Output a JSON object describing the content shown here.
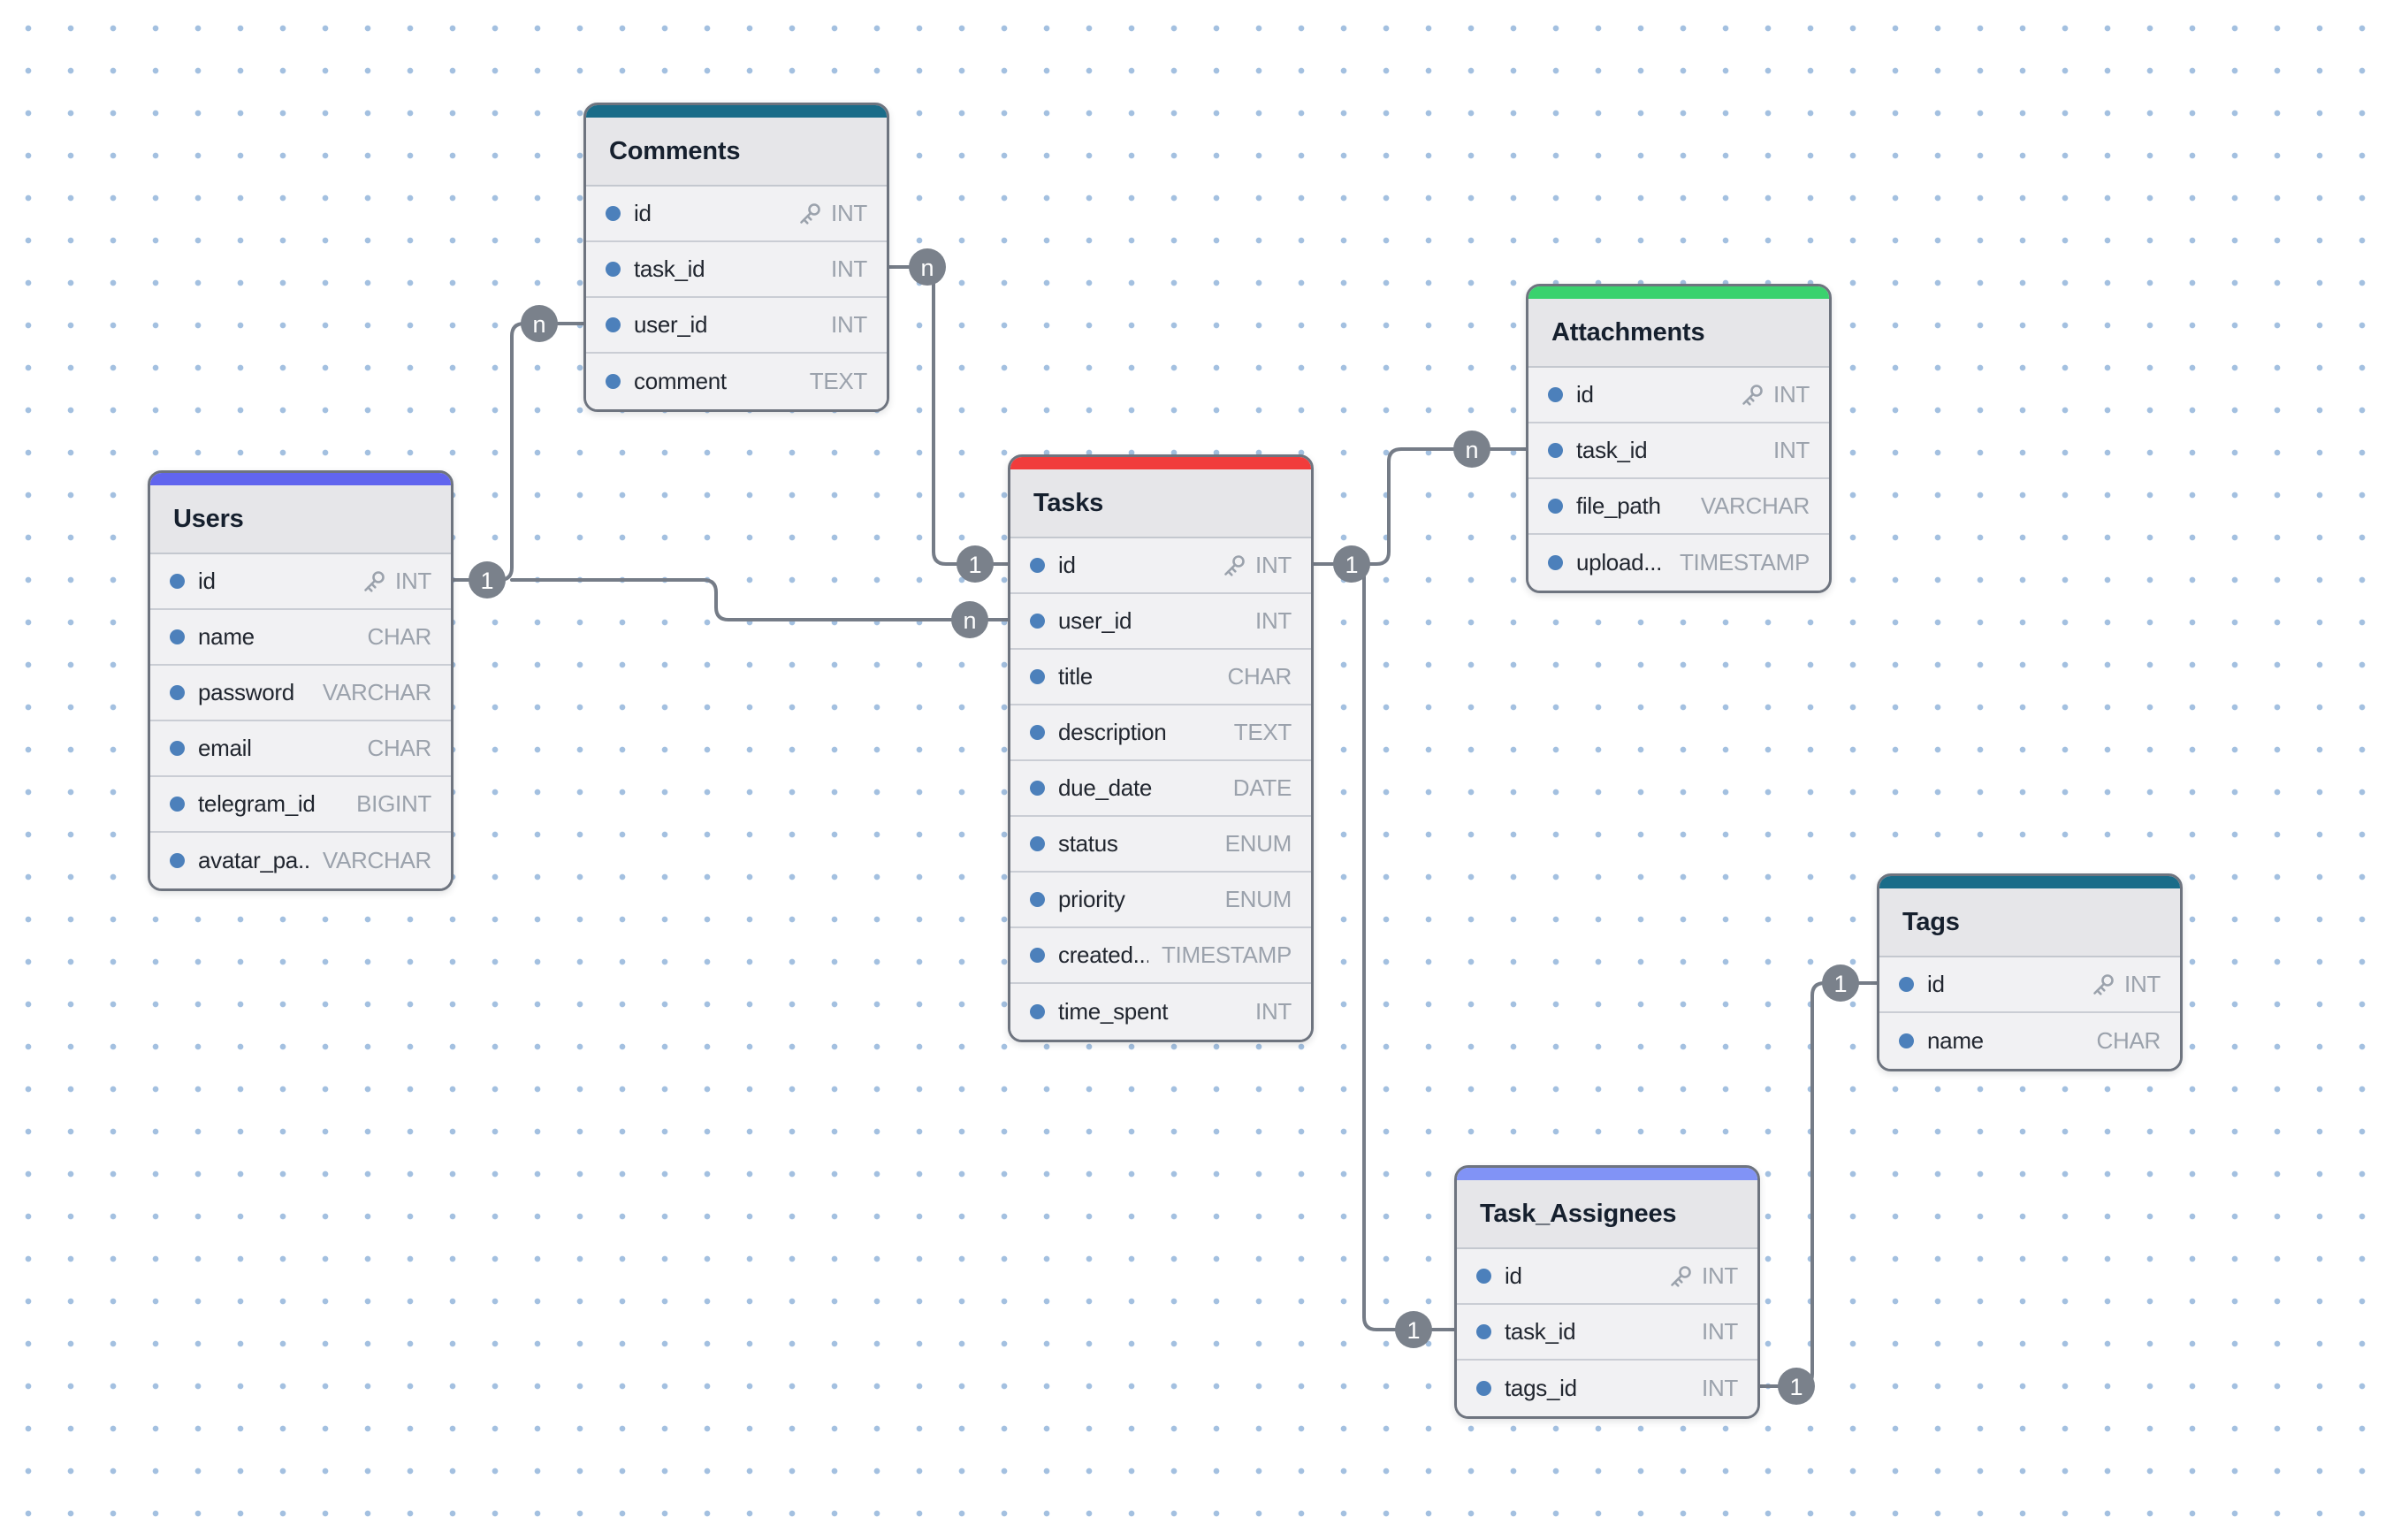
{
  "app": {
    "kind": "entity-relationship-diagram",
    "canvas": {
      "background_color": "#ffffff",
      "dot_color": "#a3c0e0",
      "line_color": "#757c87",
      "cardinality_badge_color": "#7a818b",
      "field_dot_color": "#4c80bb"
    }
  },
  "tables": [
    {
      "name": "Comments",
      "accent": "#1a6c89",
      "fields": [
        {
          "name": "id",
          "type": "INT",
          "primary_key": true
        },
        {
          "name": "task_id",
          "type": "INT",
          "primary_key": false
        },
        {
          "name": "user_id",
          "type": "INT",
          "primary_key": false
        },
        {
          "name": "comment",
          "type": "TEXT",
          "primary_key": false
        }
      ]
    },
    {
      "name": "Users",
      "accent": "#6165ee",
      "fields": [
        {
          "name": "id",
          "type": "INT",
          "primary_key": true
        },
        {
          "name": "name",
          "type": "CHAR",
          "primary_key": false
        },
        {
          "name": "password",
          "type": "VARCHAR",
          "primary_key": false
        },
        {
          "name": "email",
          "type": "CHAR",
          "primary_key": false
        },
        {
          "name": "telegram_id",
          "type": "BIGINT",
          "primary_key": false
        },
        {
          "name": "avatar_pa...",
          "type": "VARCHAR",
          "primary_key": false
        }
      ]
    },
    {
      "name": "Tasks",
      "accent": "#f13c3c",
      "fields": [
        {
          "name": "id",
          "type": "INT",
          "primary_key": true
        },
        {
          "name": "user_id",
          "type": "INT",
          "primary_key": false
        },
        {
          "name": "title",
          "type": "CHAR",
          "primary_key": false
        },
        {
          "name": "description",
          "type": "TEXT",
          "primary_key": false
        },
        {
          "name": "due_date",
          "type": "DATE",
          "primary_key": false
        },
        {
          "name": "status",
          "type": "ENUM",
          "primary_key": false
        },
        {
          "name": "priority",
          "type": "ENUM",
          "primary_key": false
        },
        {
          "name": "created...",
          "type": "TIMESTAMP",
          "primary_key": false
        },
        {
          "name": "time_spent",
          "type": "INT",
          "primary_key": false
        }
      ]
    },
    {
      "name": "Attachments",
      "accent": "#3ad26e",
      "fields": [
        {
          "name": "id",
          "type": "INT",
          "primary_key": true
        },
        {
          "name": "task_id",
          "type": "INT",
          "primary_key": false
        },
        {
          "name": "file_path",
          "type": "VARCHAR",
          "primary_key": false
        },
        {
          "name": "upload...",
          "type": "TIMESTAMP",
          "primary_key": false
        }
      ]
    },
    {
      "name": "Tags",
      "accent": "#1a6c89",
      "fields": [
        {
          "name": "id",
          "type": "INT",
          "primary_key": true
        },
        {
          "name": "name",
          "type": "CHAR",
          "primary_key": false
        }
      ]
    },
    {
      "name": "Task_Assignees",
      "accent": "#8193f6",
      "fields": [
        {
          "name": "id",
          "type": "INT",
          "primary_key": true
        },
        {
          "name": "task_id",
          "type": "INT",
          "primary_key": false
        },
        {
          "name": "tags_id",
          "type": "INT",
          "primary_key": false
        }
      ]
    }
  ],
  "relationships": [
    {
      "from": "Users.id",
      "to": "Comments.user_id",
      "from_card": "1",
      "to_card": "n"
    },
    {
      "from": "Users.id",
      "to": "Tasks.user_id",
      "from_card": "1",
      "to_card": "n"
    },
    {
      "from": "Tasks.id",
      "to": "Comments.task_id",
      "from_card": "1",
      "to_card": "n"
    },
    {
      "from": "Tasks.id",
      "to": "Attachments.task_id",
      "from_card": "1",
      "to_card": "n"
    },
    {
      "from": "Tasks.id",
      "to": "Task_Assignees.task_id",
      "from_card": "1",
      "to_card": "1"
    },
    {
      "from": "Tags.id",
      "to": "Task_Assignees.tags_id",
      "from_card": "1",
      "to_card": "1"
    }
  ]
}
